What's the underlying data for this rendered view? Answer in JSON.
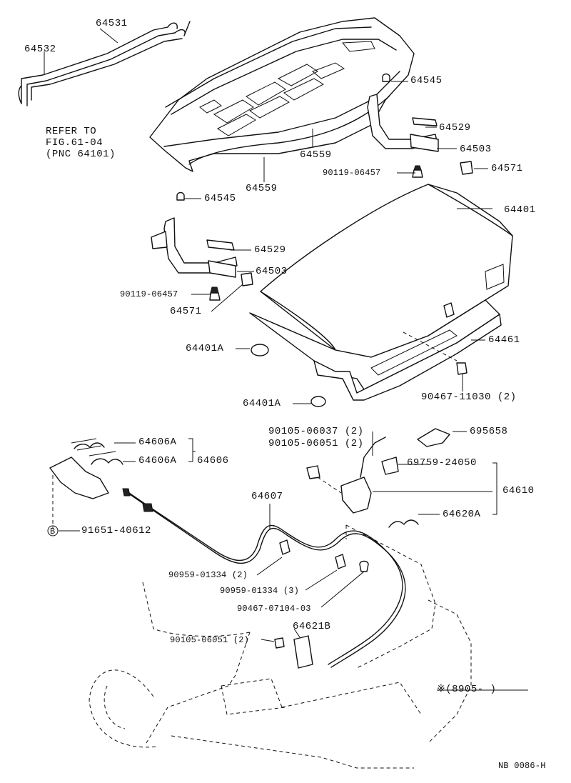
{
  "diagram": {
    "ref_note": {
      "line1": "REFER TO",
      "line2": "FIG.61-04",
      "line3": "(PNC 64101)"
    },
    "footer_code": "NB 0086-H",
    "date_note": "※(8905-      )",
    "labels": {
      "p64531": "64531",
      "p64532": "64532",
      "p64545_top": "64545",
      "p64529_right": "64529",
      "p64503_right": "64503",
      "p64571_right": "64571",
      "p64559_mid": "64559",
      "p64559_low": "64559",
      "p90119_right": "90119-06457",
      "p64545_left": "64545",
      "p64401": "64401",
      "p64529_left": "64529",
      "p64503_left": "64503",
      "p90119_left": "90119-06457",
      "p64571_left": "64571",
      "p64461": "64461",
      "p64401A_1": "64401A",
      "p64401A_2": "64401A",
      "p90467_11030": "90467-11030 (2)",
      "p90105_06037": "90105-06037 (2)",
      "p90105_06051_top": "90105-06051 (2)",
      "p695658": "695658",
      "p69759": "69759-24050",
      "p64610": "64610",
      "p64620A": "64620A",
      "p64606A_1": "64606A",
      "p64606A_2": "64606A",
      "p64606": "64606",
      "p64607": "64607",
      "p91651": "91651-40612",
      "p91651_mark": "B",
      "p90959_2": "90959-01334 (2)",
      "p90959_3": "90959-01334 (3)",
      "p90467_07104": "90467-07104-03",
      "p64621B": "64621B",
      "p90105_06051_low": "90105-06051 (2)"
    }
  }
}
